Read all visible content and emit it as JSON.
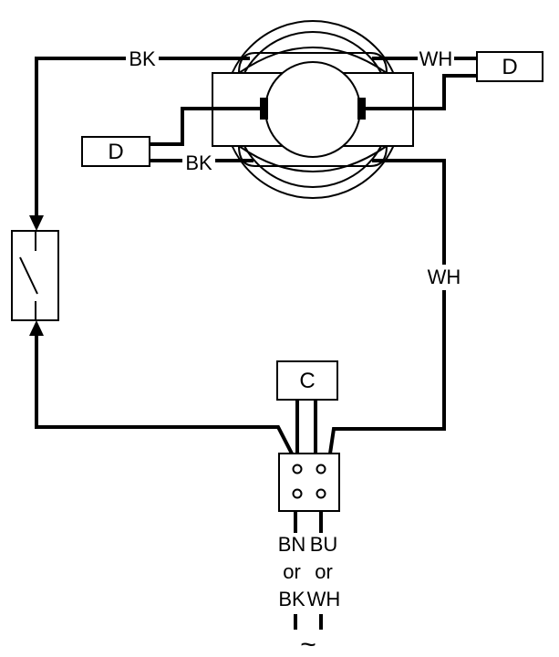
{
  "labels": {
    "bk_top": "BK",
    "wh_top": "WH",
    "bk_mid": "BK",
    "wh_right": "WH",
    "d_right": "D",
    "d_left": "D",
    "c_box": "C",
    "supply_left": [
      "BN",
      "or",
      "BK"
    ],
    "supply_right": [
      "BU",
      "or",
      "WH"
    ],
    "ac_symbol": "~"
  }
}
